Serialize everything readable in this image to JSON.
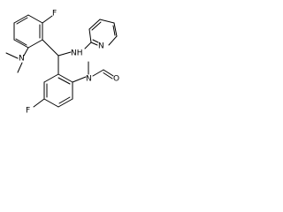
{
  "molecule": {
    "atom_labels": {
      "f_top": "F",
      "f_bottom": "F",
      "n_dimethyl": "N",
      "n_amine": "NH",
      "n_pyridine": "N",
      "n_amide": "N",
      "o_carbonyl": "O"
    },
    "colors": {
      "bond": "#000000",
      "text": "#000000",
      "background": "#ffffff"
    }
  }
}
